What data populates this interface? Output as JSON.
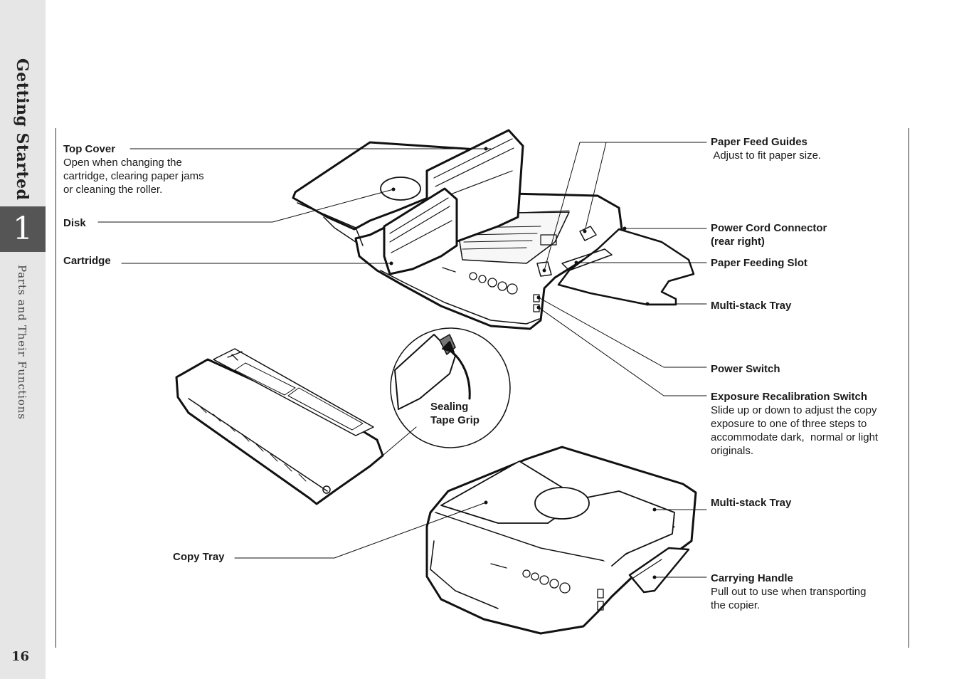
{
  "sidebar": {
    "chapter_title": "Getting Started",
    "chapter_number": "1",
    "section_title": "Parts and Their Functions",
    "page_number": "16"
  },
  "labels": {
    "top_cover": {
      "title": "Top Cover",
      "desc": [
        "Open when changing the",
        "cartridge, clearing paper jams",
        "or cleaning the roller."
      ]
    },
    "disk": {
      "title": "Disk"
    },
    "cartridge": {
      "title": "Cartridge"
    },
    "paper_feed_guides": {
      "title": "Paper Feed Guides",
      "desc": [
        " Adjust to fit paper size."
      ]
    },
    "power_cord_connector": {
      "title": "Power Cord Connector",
      "title2": "(rear right)"
    },
    "paper_feeding_slot": {
      "title": "Paper Feeding Slot"
    },
    "multi_stack_tray_1": {
      "title": "Multi-stack Tray"
    },
    "power_switch": {
      "title": "Power Switch"
    },
    "exposure_switch": {
      "title": "Exposure Recalibration Switch",
      "desc": [
        "Slide up or down to adjust the copy",
        "exposure to one of three steps to",
        "accommodate dark,  normal or light",
        "originals."
      ]
    },
    "sealing_tape_grip": {
      "title": "Sealing",
      "title2": "Tape Grip"
    },
    "multi_stack_tray_2": {
      "title": "Multi-stack Tray"
    },
    "copy_tray": {
      "title": "Copy Tray"
    },
    "carrying_handle": {
      "title": "Carrying Handle",
      "desc": [
        "Pull out to use when transporting",
        "the copier."
      ]
    }
  }
}
